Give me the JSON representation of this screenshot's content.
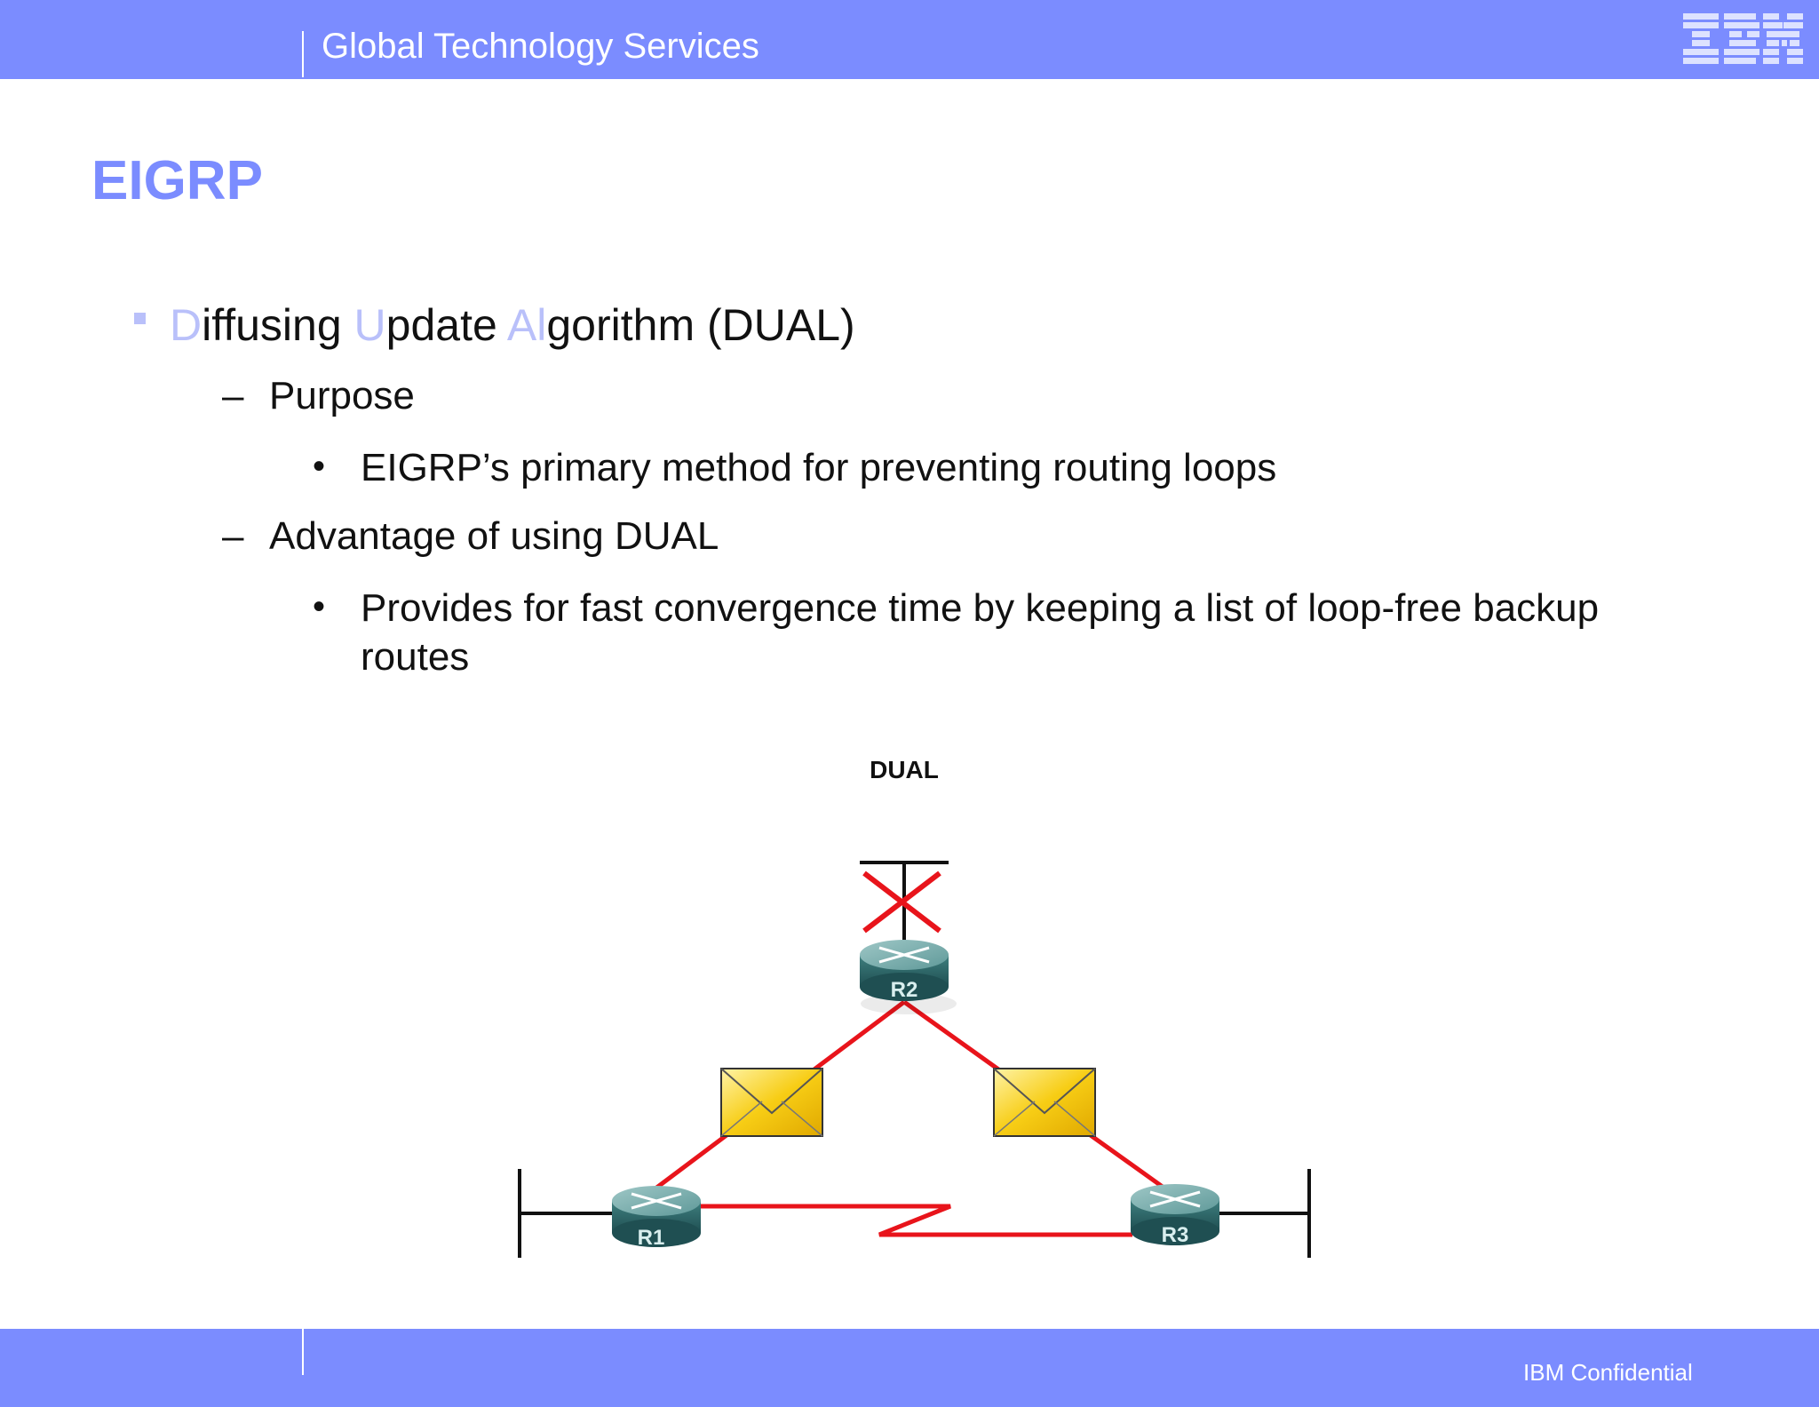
{
  "header": {
    "brand": "Global Technology Services",
    "logo_text": "IBM"
  },
  "slide": {
    "title": "EIGRP",
    "bullet": {
      "d_highlight": "D",
      "d_rest": "iffusing ",
      "u_highlight": "U",
      "u_rest": "pdate ",
      "a_highlight": "Al",
      "a_rest": "gorithm (DUAL)"
    },
    "sub_items": [
      {
        "dash": "–",
        "label": "Purpose",
        "points": [
          "EIGRP’s primary method for preventing routing loops"
        ]
      },
      {
        "dash": "–",
        "label": "Advantage of using DUAL",
        "points": [
          "Provides for fast convergence time by keeping a list of loop-free backup routes"
        ]
      }
    ],
    "point_glyph": "•"
  },
  "diagram": {
    "title": "DUAL",
    "routers": [
      "R2",
      "R1",
      "R3"
    ],
    "colors": {
      "link": "#e8141b",
      "router": "#3f7f7f",
      "envelope": "#f7cd15",
      "cross": "#e8141b"
    }
  },
  "footer": {
    "confidential": "IBM Confidential"
  },
  "colors": {
    "bar": "#7b8cff",
    "title": "#7b8cff",
    "highlight": "#b9c0fa"
  }
}
